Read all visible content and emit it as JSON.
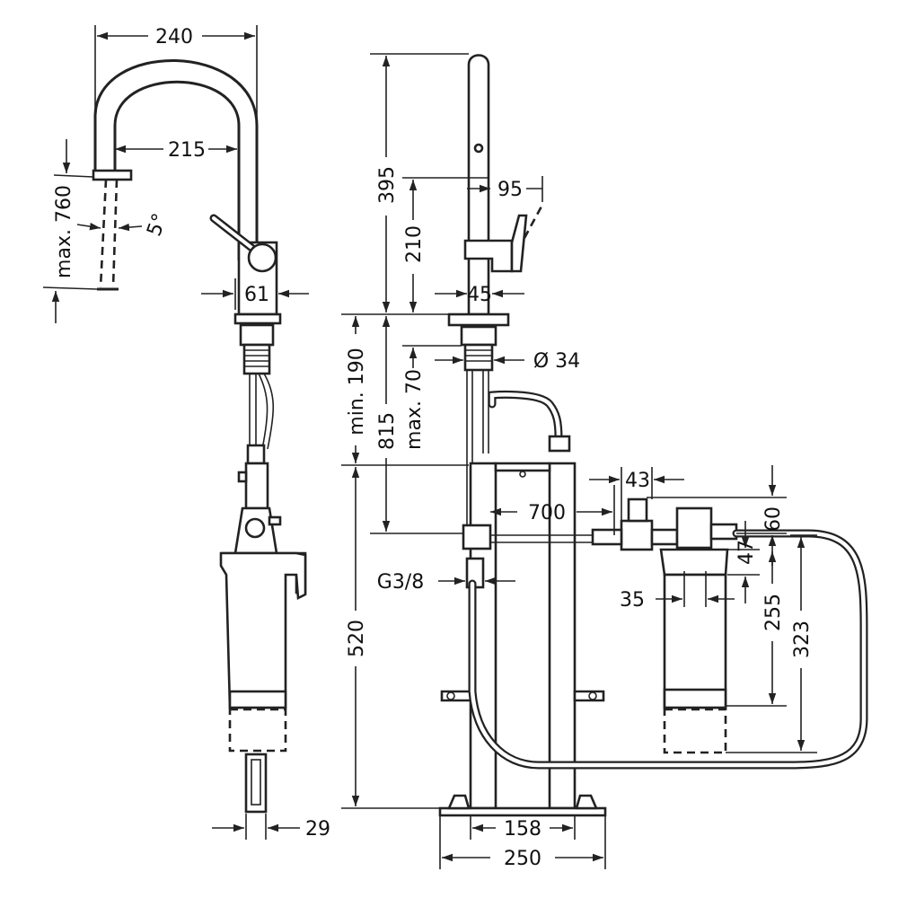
{
  "dimensions": {
    "spout_width": "240",
    "spout_reach": "215",
    "max_pullout": "max. 760",
    "spray_angle": "5°",
    "base_width_side": "61",
    "cartridge_width": "29",
    "total_height": "395",
    "lever_height": "210",
    "lever_reach": "95",
    "body_diameter": "45",
    "min_clearance": "min. 190",
    "max_thickness": "max. 70",
    "shank_diameter": "Ø 34",
    "connection_height": "815",
    "connection_thread": "G3/8",
    "hose_length": "700",
    "valve_width": "43",
    "valve_offset": "60",
    "filter_offset": "47",
    "filter_diameter": "35",
    "filter_height": "255",
    "filter_total_height": "323",
    "cabinet_height": "520",
    "frame_inner": "158",
    "frame_outer": "250"
  }
}
